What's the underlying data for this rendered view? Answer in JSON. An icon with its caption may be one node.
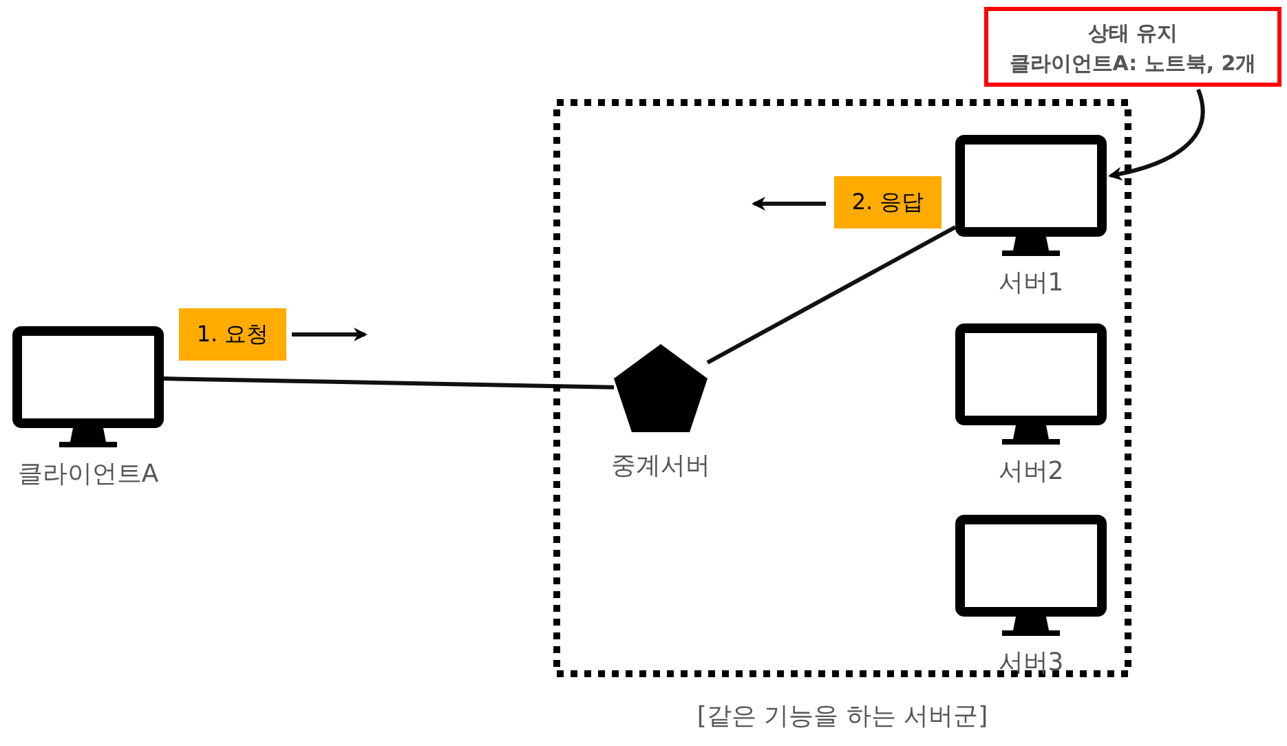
{
  "diagram": {
    "nodes": [
      {
        "text": [
          "[같은 기능을 하는 서버군]"
        ]
      },
      {
        "text": [
          "클라이언트A"
        ]
      },
      {
        "text": [
          "중계서버"
        ],
        "in": 0
      },
      {
        "text": [
          "서버1"
        ],
        "in": 0
      },
      {
        "text": [
          "서버2"
        ],
        "in": 0
      },
      {
        "text": [
          "서버3"
        ],
        "in": 0
      },
      {
        "text": [
          "상태 유지",
          "클라이언트A: 노트북, 2개"
        ]
      },
      {
        "text": [
          "1. 요청"
        ]
      },
      {
        "text": [
          "2. 응답"
        ],
        "in": 0
      }
    ],
    "edges": [
      {
        "from": 1,
        "to": 2,
        "arrow": "none"
      },
      {
        "from": 2,
        "to": 3,
        "arrow": "none"
      },
      {
        "from": 6,
        "to": 3,
        "arrow": "to"
      }
    ]
  }
}
